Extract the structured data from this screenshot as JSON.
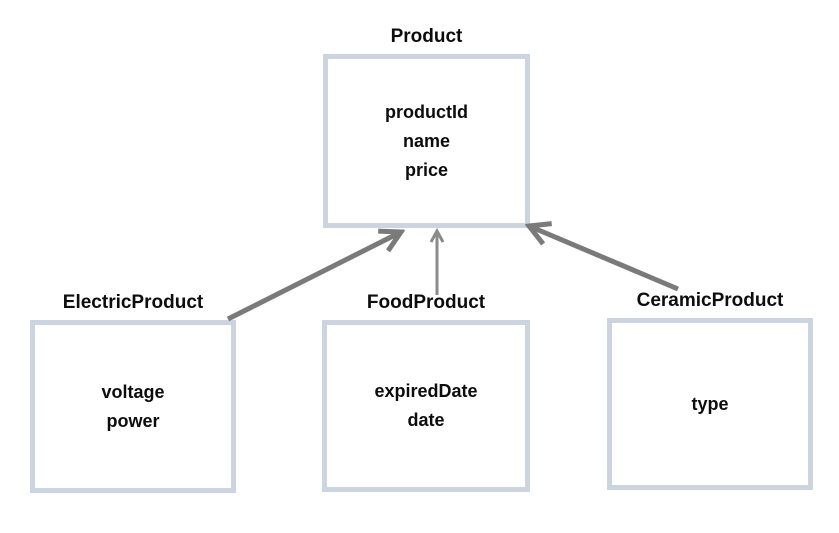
{
  "diagram": {
    "type": "class-inheritance-diagram",
    "background_color": "#ffffff",
    "box_border_color": "#ccd5df",
    "box_fill_color": "#ffffff",
    "arrow_color": "#7a7a7a",
    "thin_arrow_color": "#8a8a8a",
    "text_color": "#0d0d0d",
    "nodes": [
      {
        "label": "Product",
        "attributes": [
          "productId",
          "name",
          "price"
        ]
      },
      {
        "label": "ElectricProduct",
        "attributes": [
          "voltage",
          "power"
        ]
      },
      {
        "label": "FoodProduct",
        "attributes": [
          "expiredDate",
          "date"
        ]
      },
      {
        "label": "CeramicProduct",
        "attributes": [
          "type"
        ]
      }
    ],
    "edges": [
      {
        "from": "ElectricProduct",
        "to": "Product",
        "style": "thick-open-arrow"
      },
      {
        "from": "FoodProduct",
        "to": "Product",
        "style": "thin-open-arrow"
      },
      {
        "from": "CeramicProduct",
        "to": "Product",
        "style": "thick-open-arrow"
      }
    ]
  }
}
